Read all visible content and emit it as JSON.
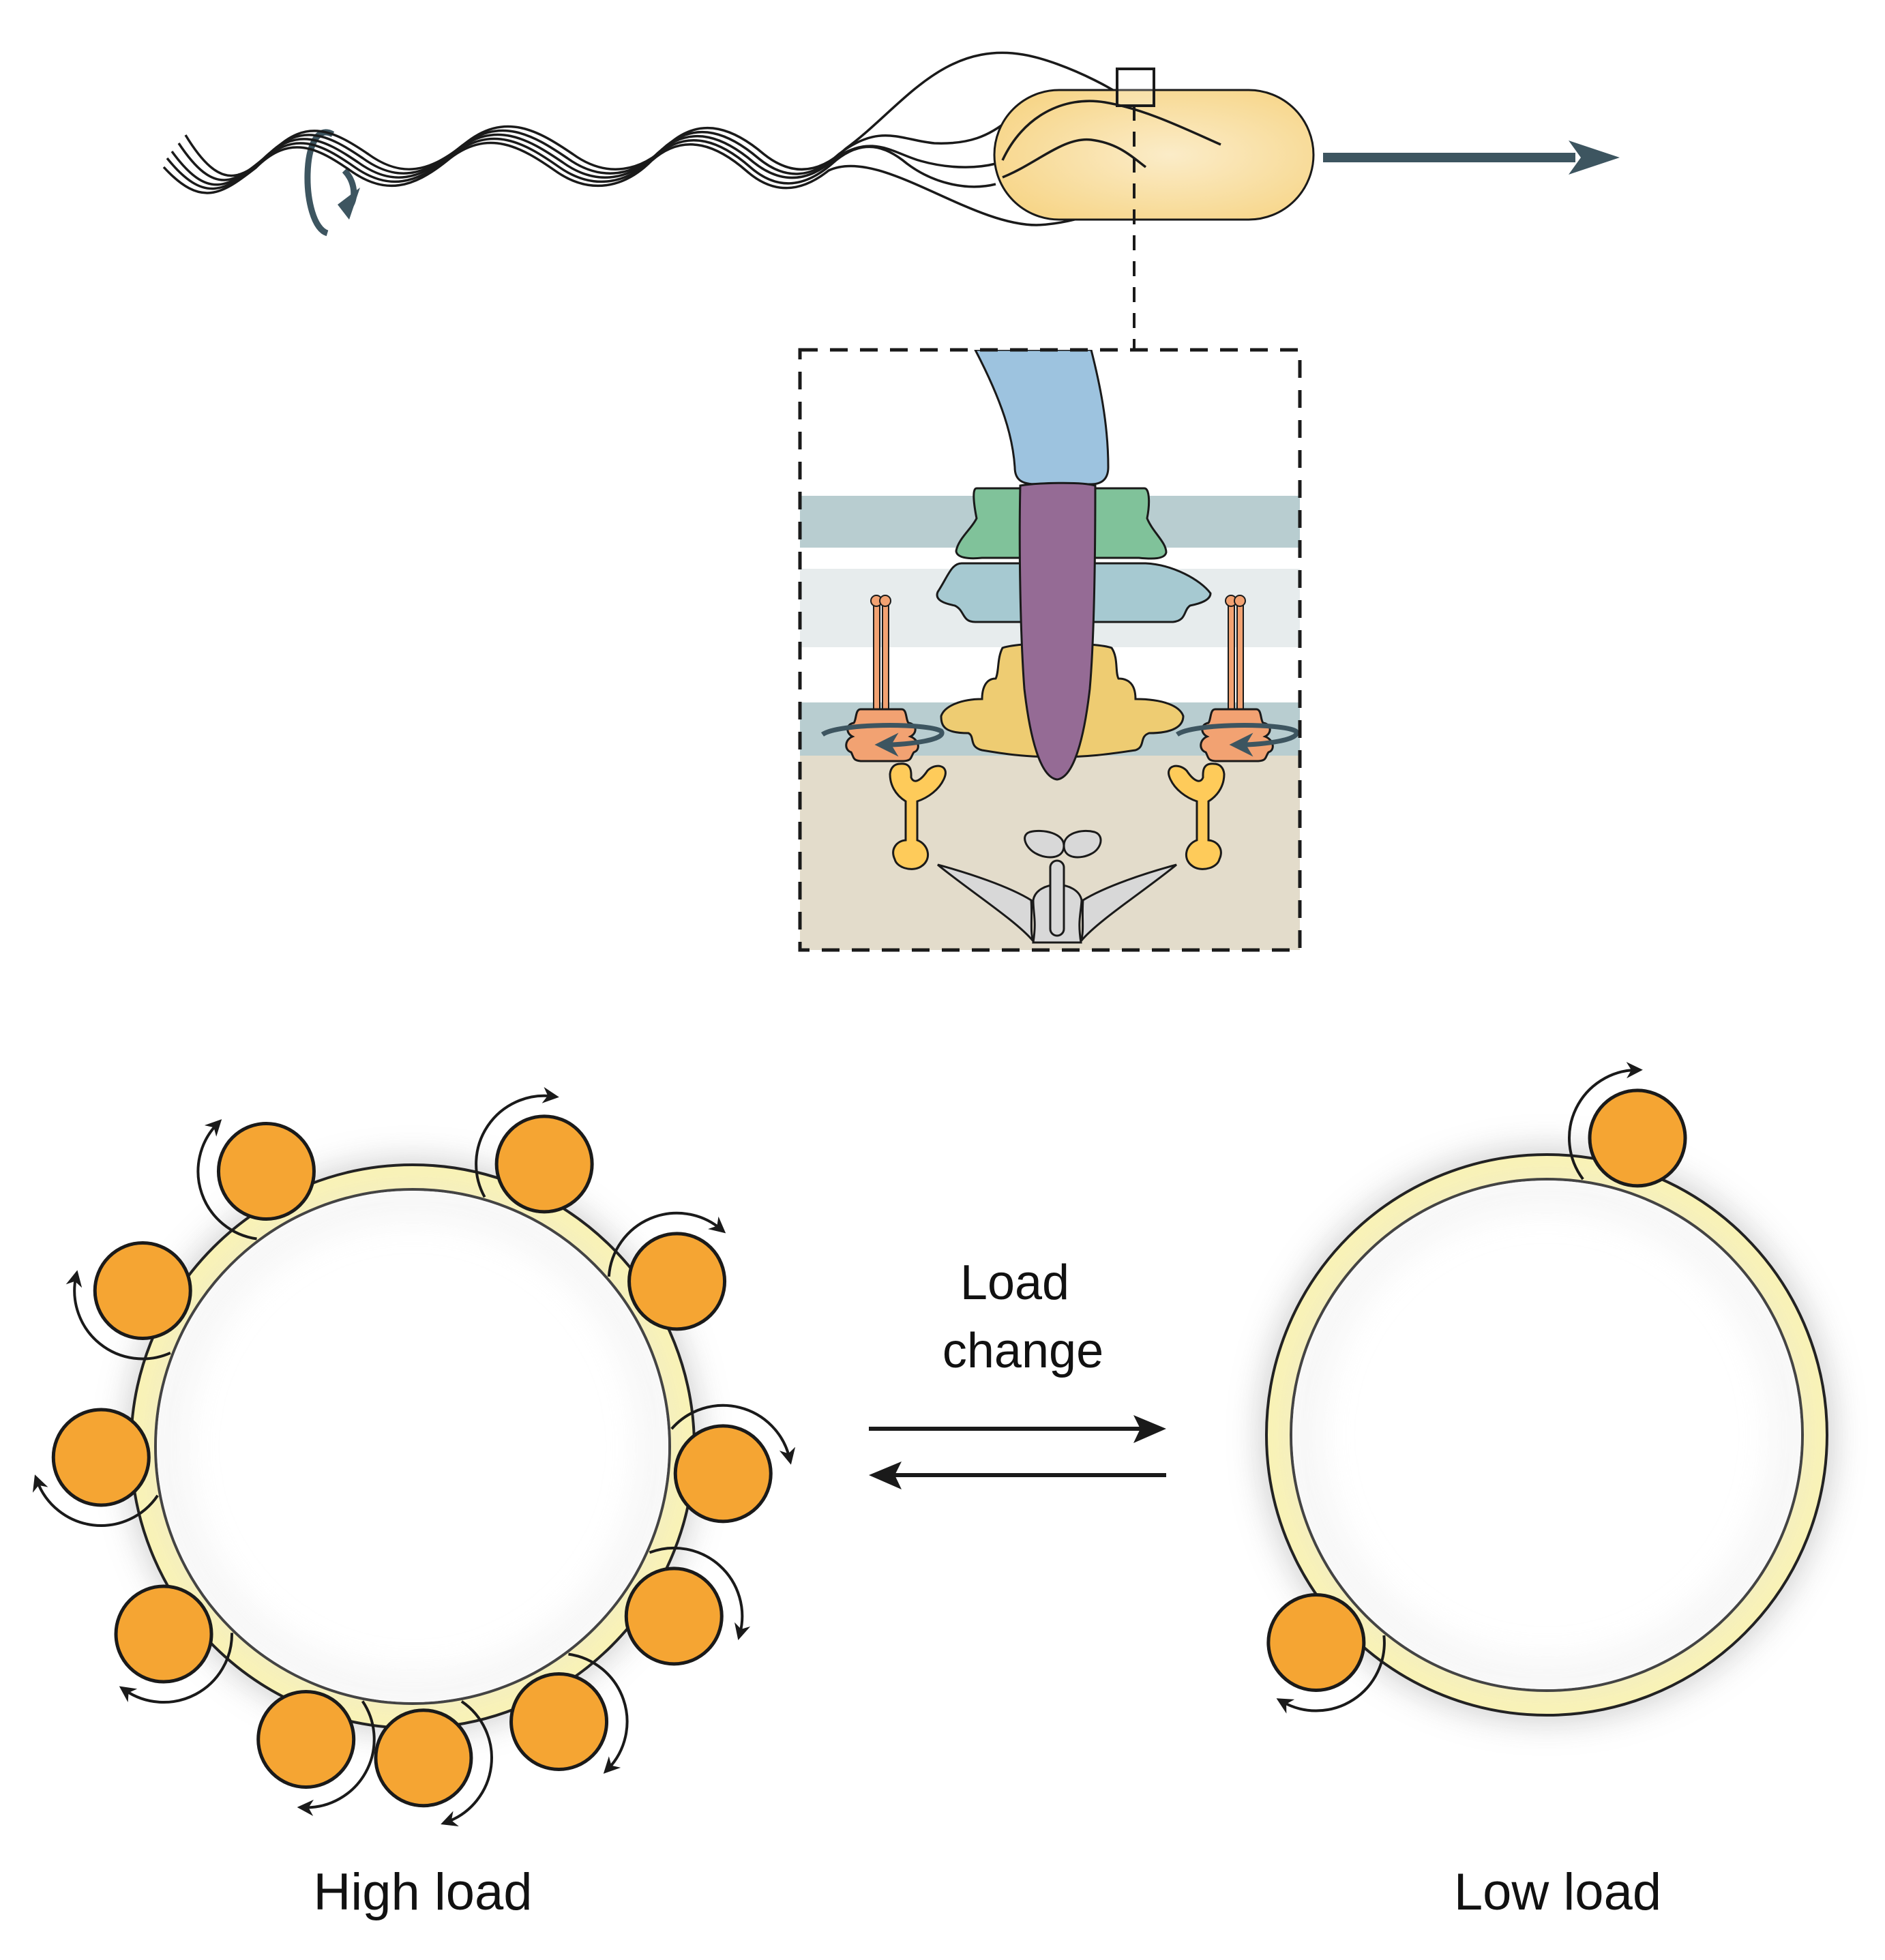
{
  "figure": {
    "panels": {
      "bacterium": {
        "description": "Swimming bacterium with rotating flagellar bundle",
        "motion_direction": "right",
        "colors": {
          "cell_body": "#f7d68a",
          "cell_highlight": "#fbecc8",
          "arrow": "#3d5560",
          "outline": "#1a1a1a"
        }
      },
      "motor_inset": {
        "description": "Flagellar motor cross-section (rotor with stator units)",
        "colors": {
          "filament": "#9dc3df",
          "rod": "#956b95",
          "l_ring": "#80c29a",
          "p_ring": "#a6c9d1",
          "ms_ring": "#eecc72",
          "stator": "#f2a272",
          "stator_linker": "#fecb5a",
          "c_ring": "#d8d8d8",
          "outer_membrane": "#b8cdd0",
          "peptidoglycan": "#e7eced",
          "inner_membrane": "#b8cdd0",
          "cytoplasm": "#e3dccb",
          "rotation_arrow": "#3d5560"
        }
      },
      "load_change": {
        "label_line1": "Load",
        "label_line2": "change",
        "high_load_label": "High load",
        "low_load_label": "Low load",
        "high_load_stator_count": 11,
        "low_load_stator_count": 2,
        "colors": {
          "ring": "#faf3b4",
          "stator": "#f5a533",
          "outline": "#1a1a1a",
          "arrow": "#1a1a1a"
        }
      }
    }
  }
}
